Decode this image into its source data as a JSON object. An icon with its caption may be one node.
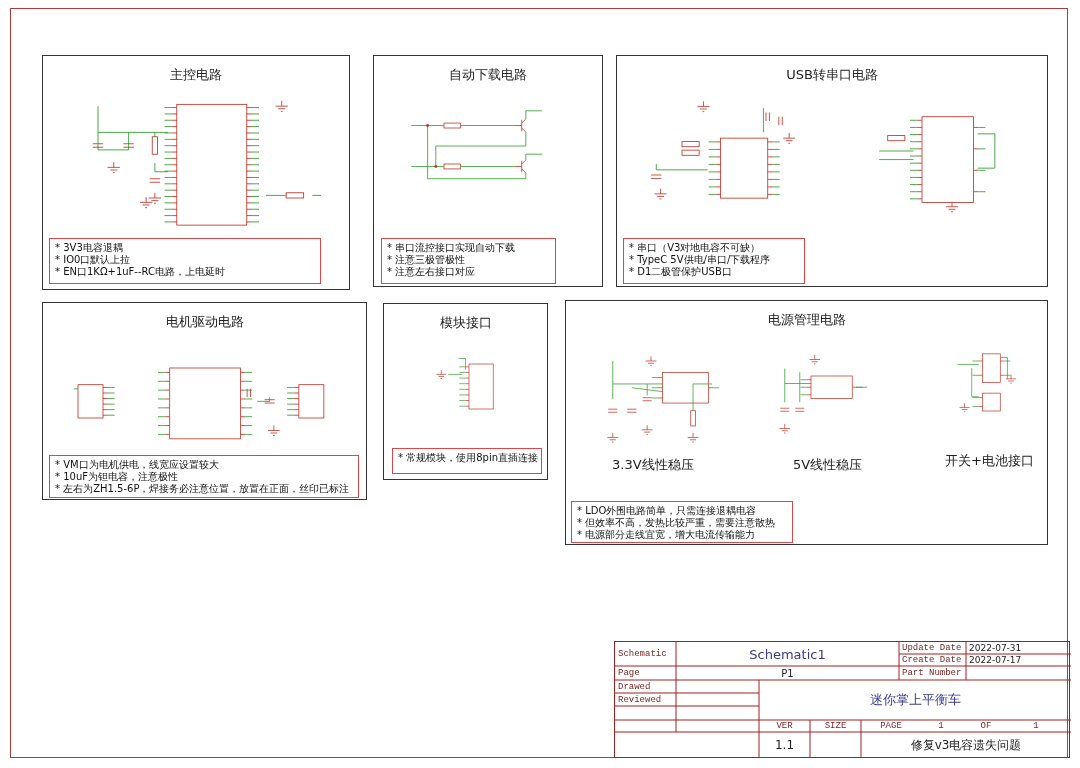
{
  "diagram": {
    "nodes": [
      {
        "text": [
          "主控电路"
        ]
      },
      {
        "text": [],
        "shape": "picture",
        "in": 0
      },
      {
        "text": [
          "* 3V3电容退耦",
          "* IO0口默认上拉",
          "* EN口1KΩ+1uF--RC电路，上电延时"
        ],
        "in": 0
      },
      {
        "text": [
          "自动下载电路"
        ]
      },
      {
        "text": [],
        "shape": "picture",
        "in": 3
      },
      {
        "text": [
          "* 串口流控接口实现自动下载",
          "* 注意三极管极性",
          "* 注意左右接口对应"
        ],
        "in": 3
      },
      {
        "text": [
          "USB转串口电路"
        ]
      },
      {
        "text": [],
        "shape": "picture",
        "in": 6
      },
      {
        "text": [
          "* 串口（V3对地电容不可缺）",
          "* TypeC 5V供电/串口/下载程序",
          "* D1二极管保护USB口"
        ],
        "in": 6
      },
      {
        "text": [
          "电机驱动电路"
        ]
      },
      {
        "text": [],
        "shape": "picture",
        "in": 9
      },
      {
        "text": [
          "* VM口为电机供电，线宽应设置较大",
          "* 10uF为钽电容，注意极性",
          "* 左右为ZH1.5-6P，焊接务必注意位置，放置在正面，丝印已标注"
        ],
        "in": 9
      },
      {
        "text": [
          "模块接口"
        ]
      },
      {
        "text": [],
        "shape": "picture",
        "in": 12
      },
      {
        "text": [
          "* 常规模块，使用8pin直插连接"
        ],
        "in": 12
      },
      {
        "text": [
          "电源管理电路"
        ]
      },
      {
        "text": [],
        "shape": "picture",
        "in": 15
      },
      {
        "text": [],
        "shape": "picture",
        "in": 15
      },
      {
        "text": [],
        "shape": "picture",
        "in": 15
      },
      {
        "text": [
          "* LDO外围电路简单，只需连接退耦电容",
          "* 但效率不高，发热比较严重，需要注意散热",
          "* 电源部分走线宜宽，增大电流传输能力"
        ],
        "in": 15
      }
    ],
    "labels": [
      "3.3V线性稳压",
      "5V线性稳压",
      "开关+电池接口",
      "Schematic",
      "Schematic1",
      "Update Date",
      "2022-07-31",
      "Create Date",
      "2022-07-17",
      "Page",
      "P1",
      "Part Number",
      "Drawed",
      "Reviewed",
      "迷你掌上平衡车",
      "VER",
      "SIZE",
      "PAGE",
      "1",
      "OF",
      "1",
      "1.1",
      "修复v3电容遗失问题"
    ]
  }
}
